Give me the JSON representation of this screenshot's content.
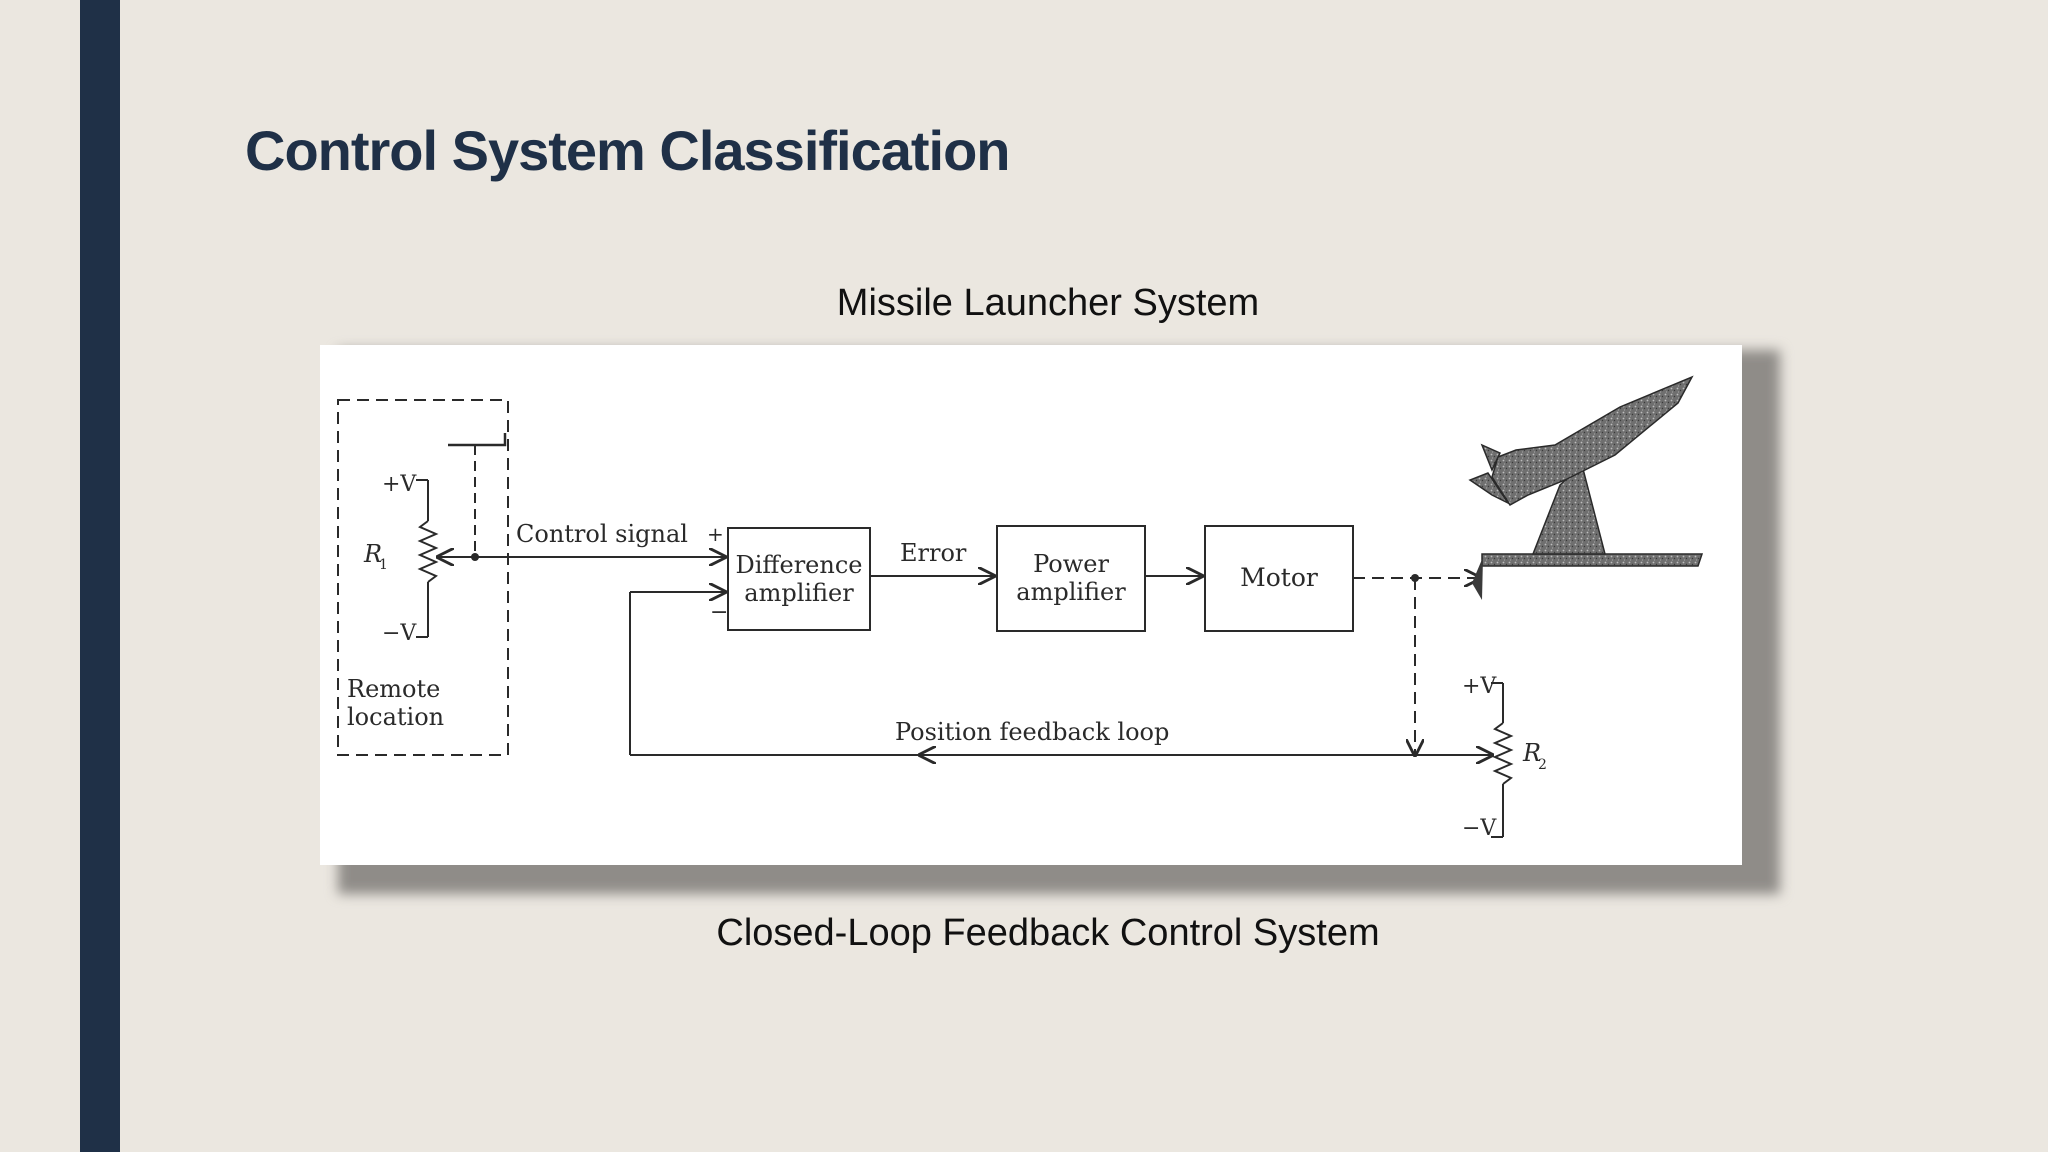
{
  "slide": {
    "title": "Control System Classification",
    "caption_top": "Missile Launcher System",
    "caption_bottom": "Closed-Loop Feedback Control System"
  },
  "diagram": {
    "blocks": {
      "difference_amplifier": [
        "Difference",
        "amplifier"
      ],
      "power_amplifier": [
        "Power",
        "amplifier"
      ],
      "motor": "Motor"
    },
    "signals": {
      "control_signal": "Control signal",
      "error": "Error",
      "position_feedback_loop": "Position feedback loop",
      "plus_sign": "+",
      "minus_sign": "−"
    },
    "remote": {
      "label": [
        "Remote",
        "location"
      ],
      "plus_v": "+V",
      "minus_v": "−V",
      "resistor": "R",
      "resistor_sub": "1"
    },
    "feedback_pot": {
      "plus_v": "+V",
      "minus_v": "−V",
      "resistor": "R",
      "resistor_sub": "2"
    }
  }
}
